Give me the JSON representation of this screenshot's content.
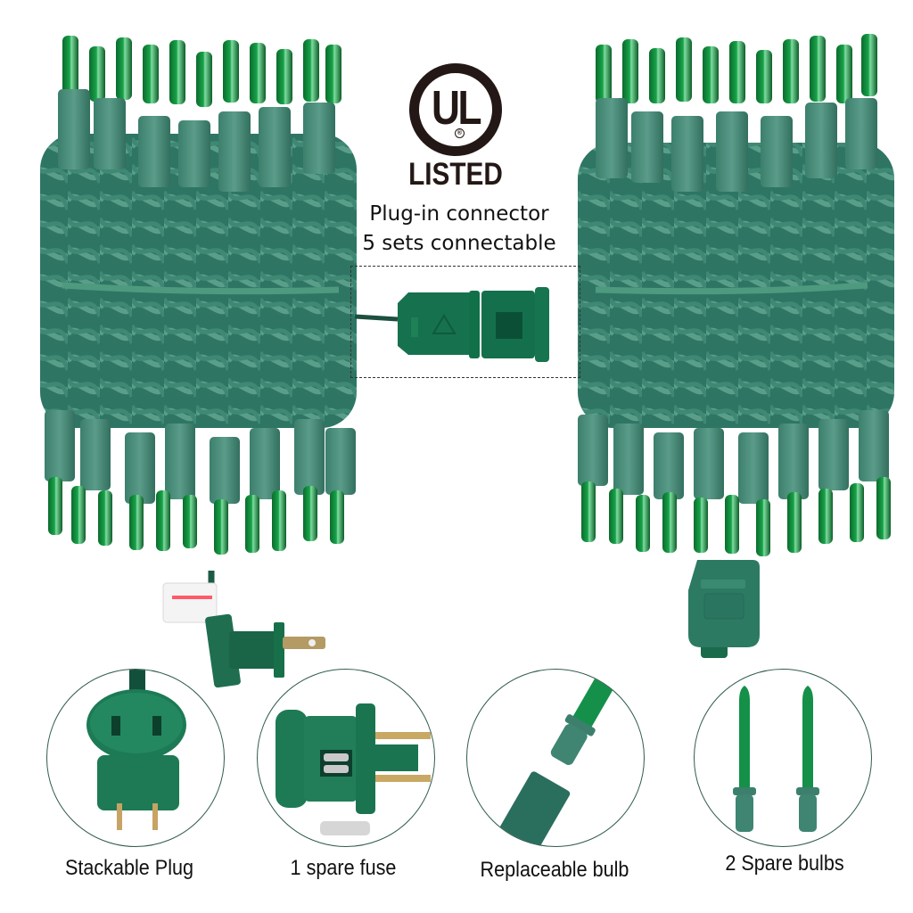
{
  "certification": {
    "logo_letters": "UL",
    "registered_mark": "®",
    "listed_label": "LISTED"
  },
  "connector_callout": {
    "line1": "Plug-in connector",
    "line2": "5 sets connectable"
  },
  "features": [
    {
      "label": "Stackable Plug",
      "icon": "stackable-plug"
    },
    {
      "label": "1 spare fuse",
      "icon": "fuse-plug"
    },
    {
      "label": "Replaceable bulb",
      "icon": "replaceable-bulb"
    },
    {
      "label": "2 Spare bulbs",
      "icon": "spare-bulbs"
    }
  ],
  "colors": {
    "wire_green": "#2f7a66",
    "socket_green": "#4a8f7c",
    "bulb_green": "#0f8a3a",
    "plug_green": "#16684a",
    "circle_border": "#2f5a4e",
    "text_dark": "#231815"
  }
}
